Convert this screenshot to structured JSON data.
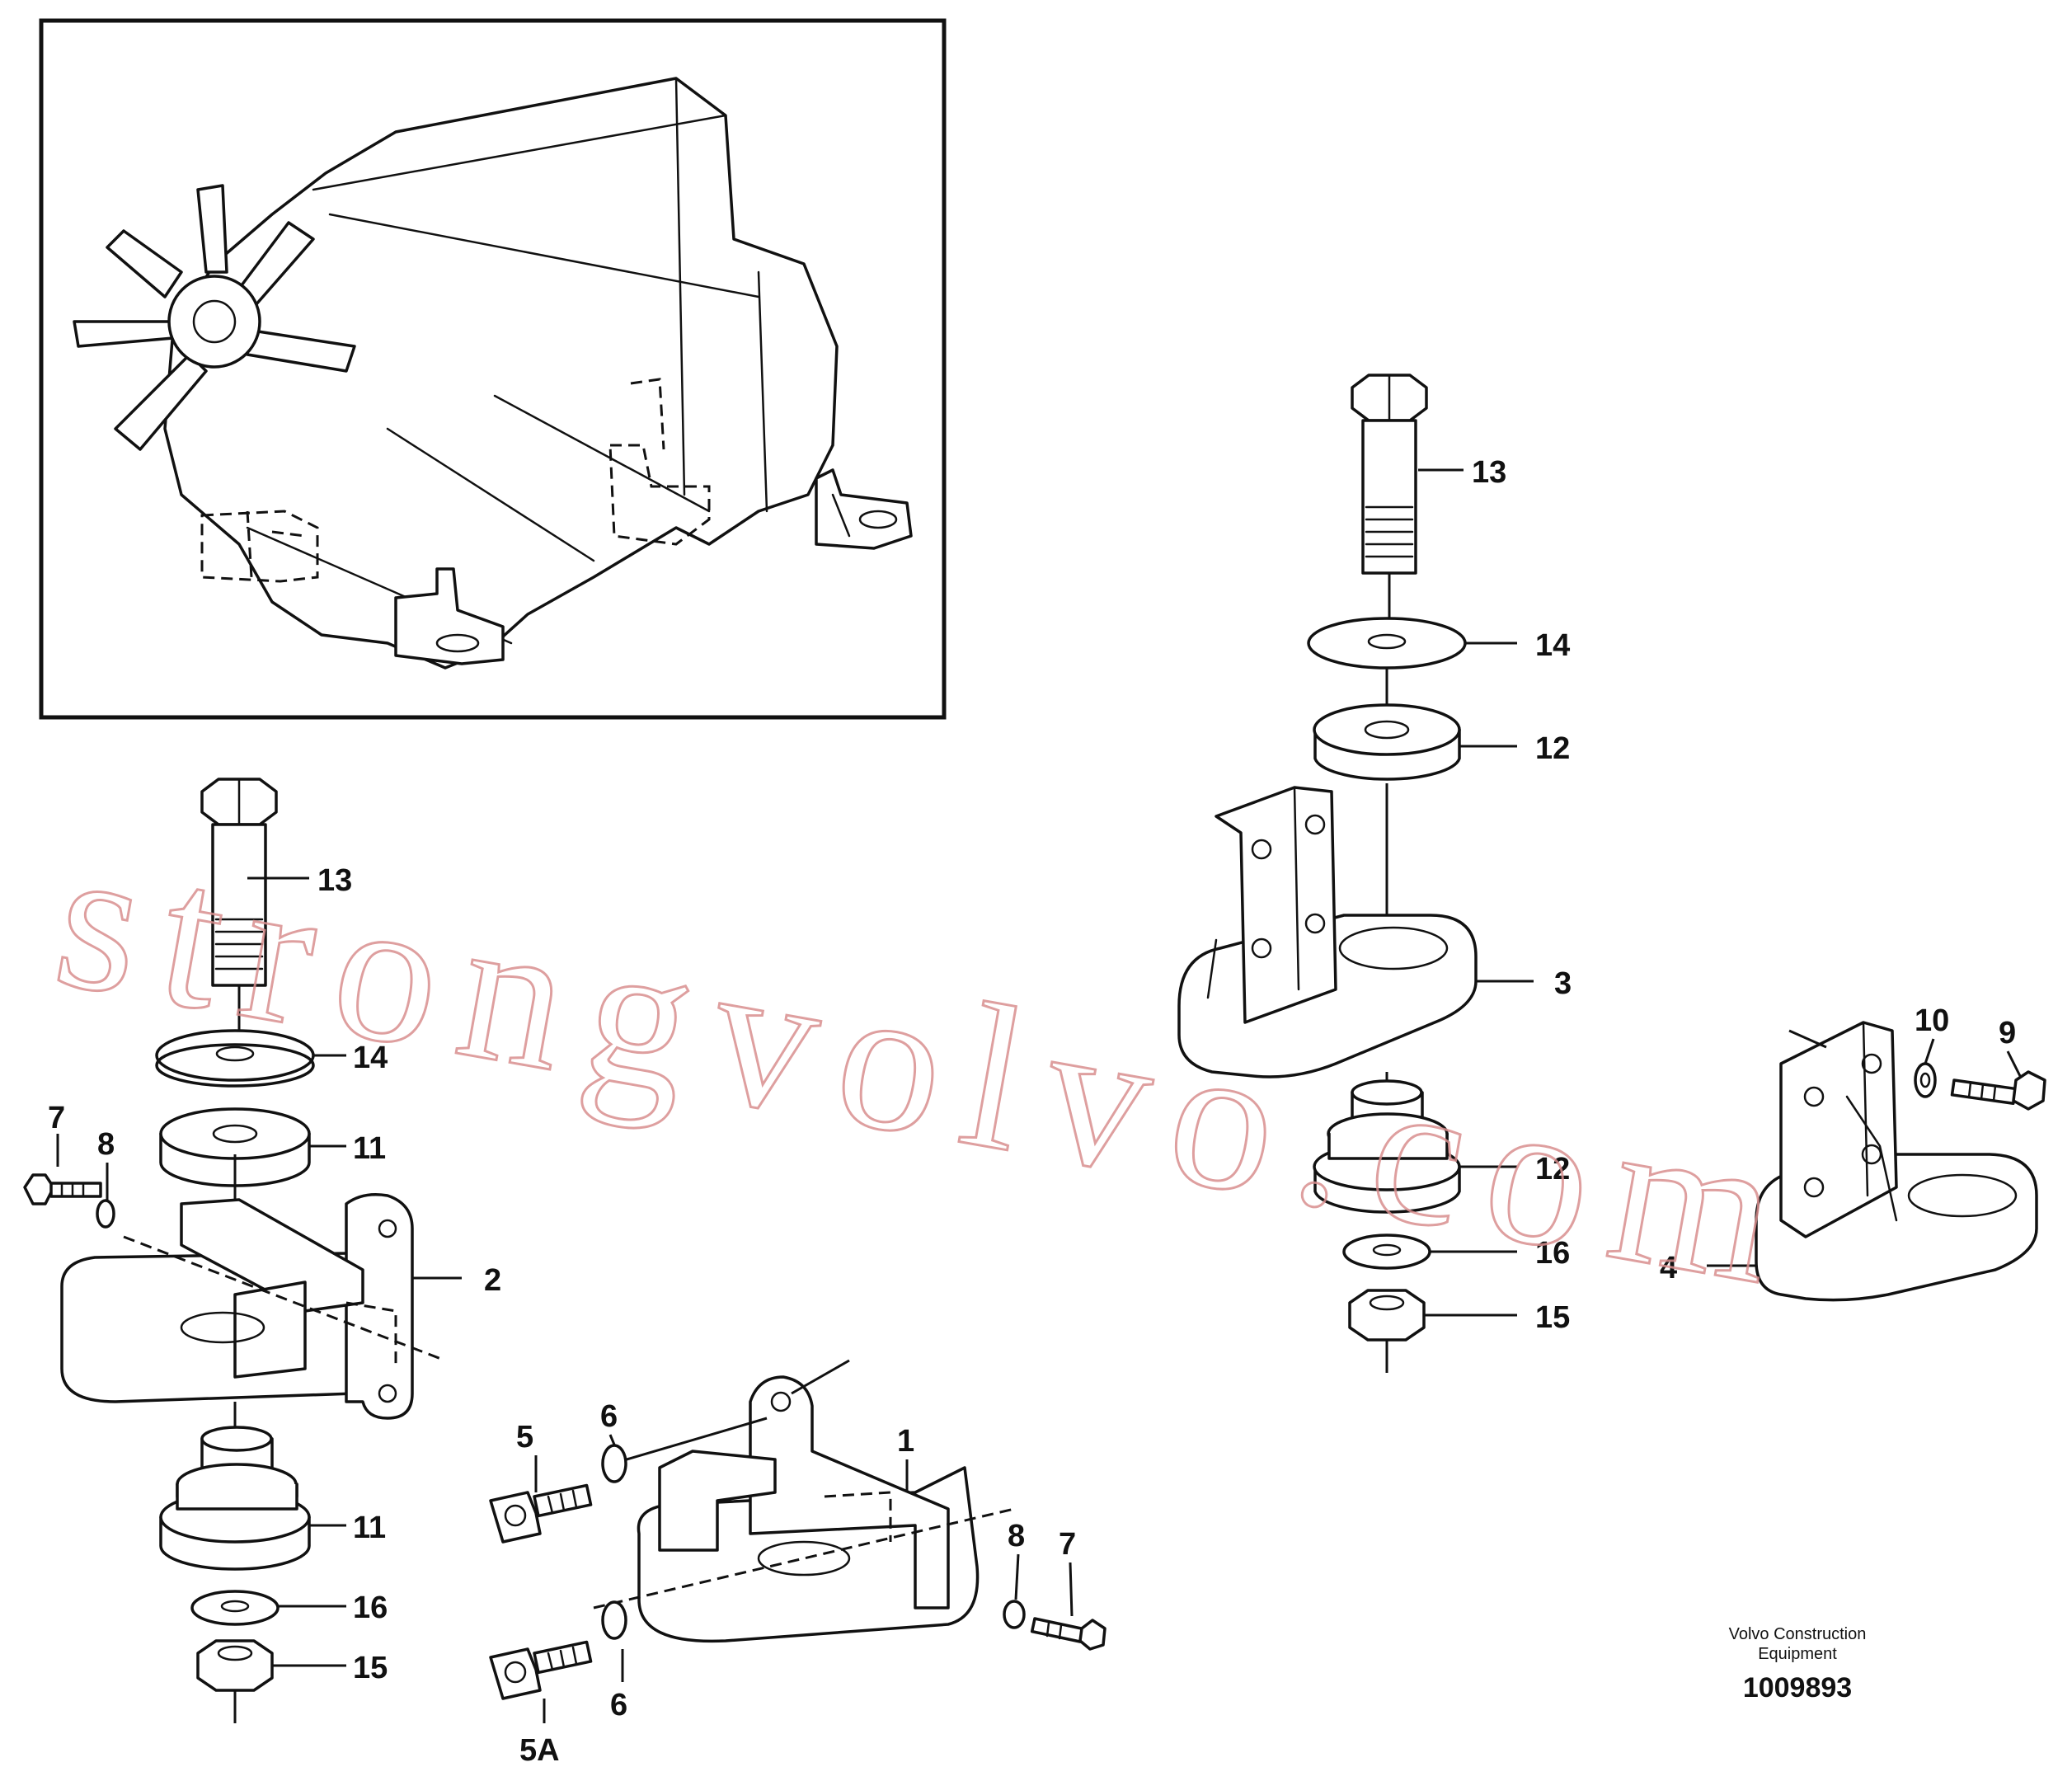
{
  "watermark": "strongvolvo.com",
  "credit": {
    "line1": "Volvo Construction",
    "line2": "Equipment",
    "number": "1009893"
  },
  "callouts": {
    "c1": "1",
    "c2": "2",
    "c3": "3",
    "c4": "4",
    "c5": "5",
    "c5a": "5A",
    "c6a": "6",
    "c6b": "6",
    "c7a": "7",
    "c7b": "7",
    "c8a": "8",
    "c8b": "8",
    "c9": "9",
    "c10": "10",
    "c11a": "11",
    "c11b": "11",
    "c12a": "12",
    "c12b": "12",
    "c13a": "13",
    "c13b": "13",
    "c14a": "14",
    "c14b": "14",
    "c15a": "15",
    "c15b": "15",
    "c16a": "16",
    "c16b": "16"
  },
  "icons": {
    "engine": "engine-overview-icon",
    "bolt": "hex-bolt-icon",
    "washer": "washer-icon",
    "cushion": "rubber-cushion-icon",
    "nut": "hex-nut-icon",
    "bracket": "engine-bracket-icon",
    "screw": "socket-screw-icon"
  }
}
